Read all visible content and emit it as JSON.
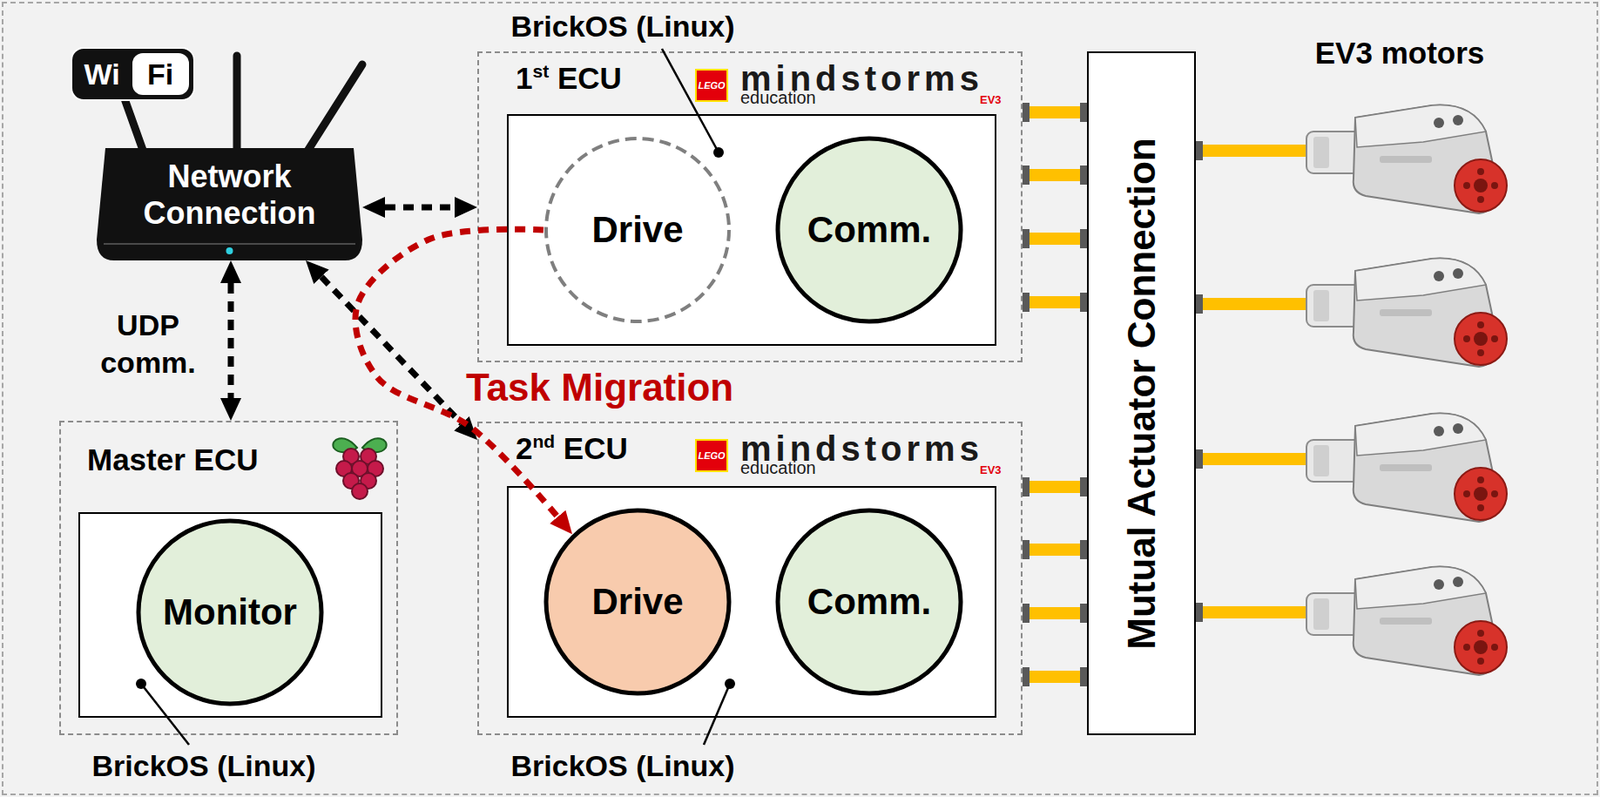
{
  "diagram": {
    "nodes": [
      {
        "text": [
          "Network Connection"
        ]
      },
      {
        "text": [
          "1st ECU"
        ]
      },
      {
        "text": [
          "Drive"
        ],
        "in": 1
      },
      {
        "text": [
          "Comm."
        ],
        "in": 1
      },
      {
        "text": [
          "Mutual Actuator Connection"
        ]
      },
      {
        "text": [
          "Master ECU"
        ]
      },
      {
        "text": [
          "Monitor"
        ],
        "in": 5
      },
      {
        "text": [
          "2nd ECU"
        ]
      },
      {
        "text": [
          "Drive"
        ],
        "in": 7
      },
      {
        "text": [
          "Comm."
        ],
        "in": 7
      }
    ],
    "edges": [
      {
        "from": 0,
        "to": 1,
        "arrow": "both"
      },
      {
        "from": 0,
        "to": 5,
        "label": "UDP comm.",
        "arrow": "both"
      },
      {
        "from": 0,
        "to": 7,
        "arrow": "both"
      },
      {
        "from": 2,
        "to": 8,
        "label": "Task Migration",
        "arrow": "to"
      },
      {
        "from": 1,
        "to": 4,
        "arrow": "none"
      },
      {
        "from": 1,
        "to": 4,
        "arrow": "none"
      },
      {
        "from": 1,
        "to": 4,
        "arrow": "none"
      },
      {
        "from": 1,
        "to": 4,
        "arrow": "none"
      },
      {
        "from": 7,
        "to": 4,
        "arrow": "none"
      },
      {
        "from": 7,
        "to": 4,
        "arrow": "none"
      },
      {
        "from": 7,
        "to": 4,
        "arrow": "none"
      },
      {
        "from": 7,
        "to": 4,
        "arrow": "none"
      }
    ],
    "labels": [
      "Wi",
      "Fi",
      "BrickOS (Linux)",
      "LEGO",
      "mindstorms",
      "education",
      "EV3",
      "EV3 motors",
      "BrickOS (Linux)",
      "LEGO",
      "mindstorms",
      "education",
      "EV3",
      "BrickOS (Linux)"
    ]
  }
}
